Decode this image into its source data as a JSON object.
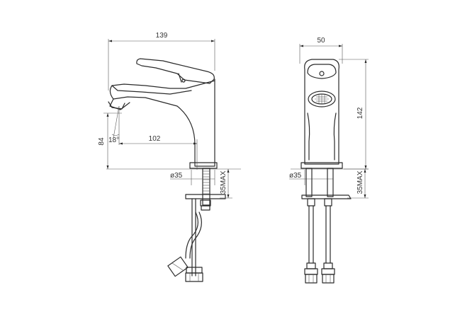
{
  "dimensions": {
    "side_width": "139",
    "spout_reach": "102",
    "spout_height": "84",
    "spout_angle": "18°",
    "side_shank_diameter": "ø35",
    "side_max_thickness": "35MAX",
    "front_width": "50",
    "front_height": "142",
    "front_shank_diameter": "ø35",
    "front_max_thickness": "35MAX"
  }
}
